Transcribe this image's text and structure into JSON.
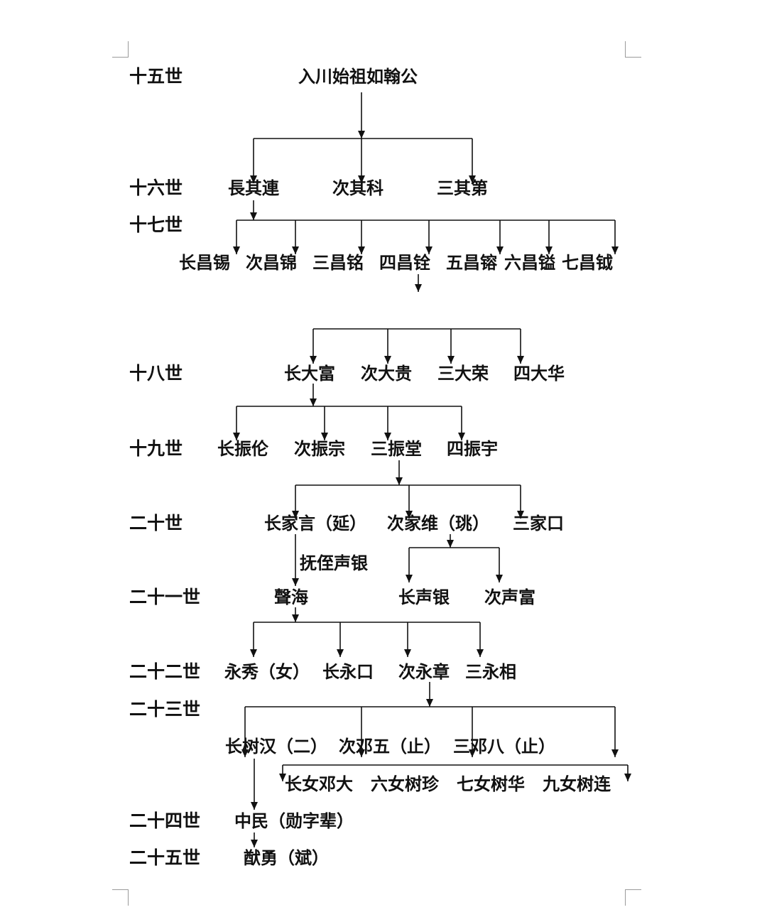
{
  "generations": [
    {
      "key": "g15",
      "label": "十五世"
    },
    {
      "key": "g16",
      "label": "十六世"
    },
    {
      "key": "g17",
      "label": "十七世"
    },
    {
      "key": "g18",
      "label": "十八世"
    },
    {
      "key": "g19",
      "label": "十九世"
    },
    {
      "key": "g20",
      "label": "二十世"
    },
    {
      "key": "g21",
      "label": "二十一世"
    },
    {
      "key": "g22",
      "label": "二十二世"
    },
    {
      "key": "g23",
      "label": "二十三世"
    },
    {
      "key": "g24",
      "label": "二十四世"
    },
    {
      "key": "g25",
      "label": "二十五世"
    }
  ],
  "people": {
    "founder": "入川始祖如翰公",
    "g16": [
      "長其連",
      "次其科",
      "三其第"
    ],
    "g17": [
      "长昌锡",
      "次昌锦",
      "三昌铭",
      "四昌铨",
      "五昌镕",
      "六昌镒",
      "七昌钺"
    ],
    "g18": [
      "长大富",
      "次大贵",
      "三大荣",
      "四大华"
    ],
    "g19": [
      "长振伦",
      "次振宗",
      "三振堂",
      "四振宇"
    ],
    "g20": [
      "长家言（延）",
      "次家维（珧）",
      "三家口"
    ],
    "adoption_note": "抚侄声银",
    "g21": [
      "聲海",
      "长声银",
      "次声富"
    ],
    "g22": [
      "永秀（女）",
      "长永口",
      "次永章",
      "三永相"
    ],
    "g23": [
      "长树汉（二）",
      "次邓五（止）",
      "三邓八（止）"
    ],
    "g23_daughters": [
      "长女邓大",
      "六女树珍",
      "七女树华",
      "九女树连"
    ],
    "g24": "中民（勋字辈）",
    "g25": "猷勇（斌）"
  },
  "colors": {
    "line": "#111111",
    "corner_marks": "#9a9a9a"
  }
}
